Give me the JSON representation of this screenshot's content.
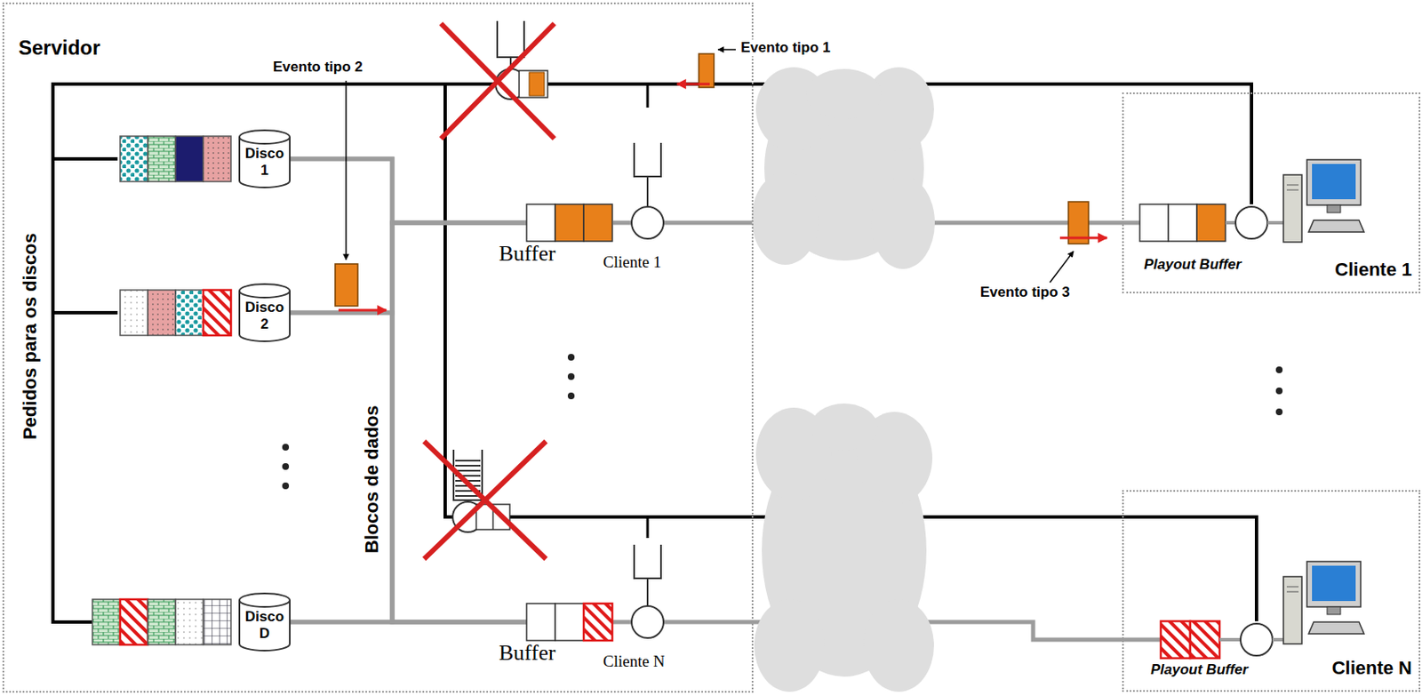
{
  "diagram": {
    "nodes": [
      {
        "text": [
          "Servidor"
        ]
      },
      {
        "text": [
          "Disco 1"
        ],
        "in": 0
      },
      {
        "text": [
          "Disco 2"
        ],
        "in": 0
      },
      {
        "text": [
          "Disco D"
        ],
        "in": 0
      },
      {
        "text": [
          "Buffer",
          "Cliente 1"
        ],
        "in": 0
      },
      {
        "text": [
          "Buffer",
          "Cliente N"
        ],
        "in": 0
      },
      {
        "text": [
          "Cliente 1"
        ]
      },
      {
        "text": [
          "Playout Buffer"
        ],
        "in": 6
      },
      {
        "text": [
          "Cliente N"
        ]
      },
      {
        "text": [
          "Playout Buffer"
        ],
        "in": 8
      }
    ],
    "edges": [
      {
        "from": 7,
        "to": 1,
        "arrow": "none"
      },
      {
        "from": 7,
        "to": 2,
        "arrow": "none"
      },
      {
        "from": 7,
        "to": 3,
        "arrow": "none"
      },
      {
        "from": 9,
        "to": 1,
        "arrow": "none"
      },
      {
        "from": 9,
        "to": 2,
        "arrow": "none"
      },
      {
        "from": 9,
        "to": 3,
        "arrow": "none"
      },
      {
        "from": 1,
        "to": 4,
        "arrow": "none"
      },
      {
        "from": 1,
        "to": 5,
        "arrow": "none"
      },
      {
        "from": 2,
        "to": 4,
        "arrow": "none"
      },
      {
        "from": 2,
        "to": 5,
        "arrow": "none"
      },
      {
        "from": 3,
        "to": 4,
        "arrow": "none"
      },
      {
        "from": 3,
        "to": 5,
        "arrow": "none"
      },
      {
        "from": 4,
        "to": 7,
        "arrow": "none"
      },
      {
        "from": 5,
        "to": 9,
        "arrow": "none"
      }
    ],
    "labels": [
      "Evento tipo 1",
      "Evento tipo 2",
      "Evento tipo 3",
      "Pedidos para os discos",
      "Blocos de dados"
    ]
  }
}
